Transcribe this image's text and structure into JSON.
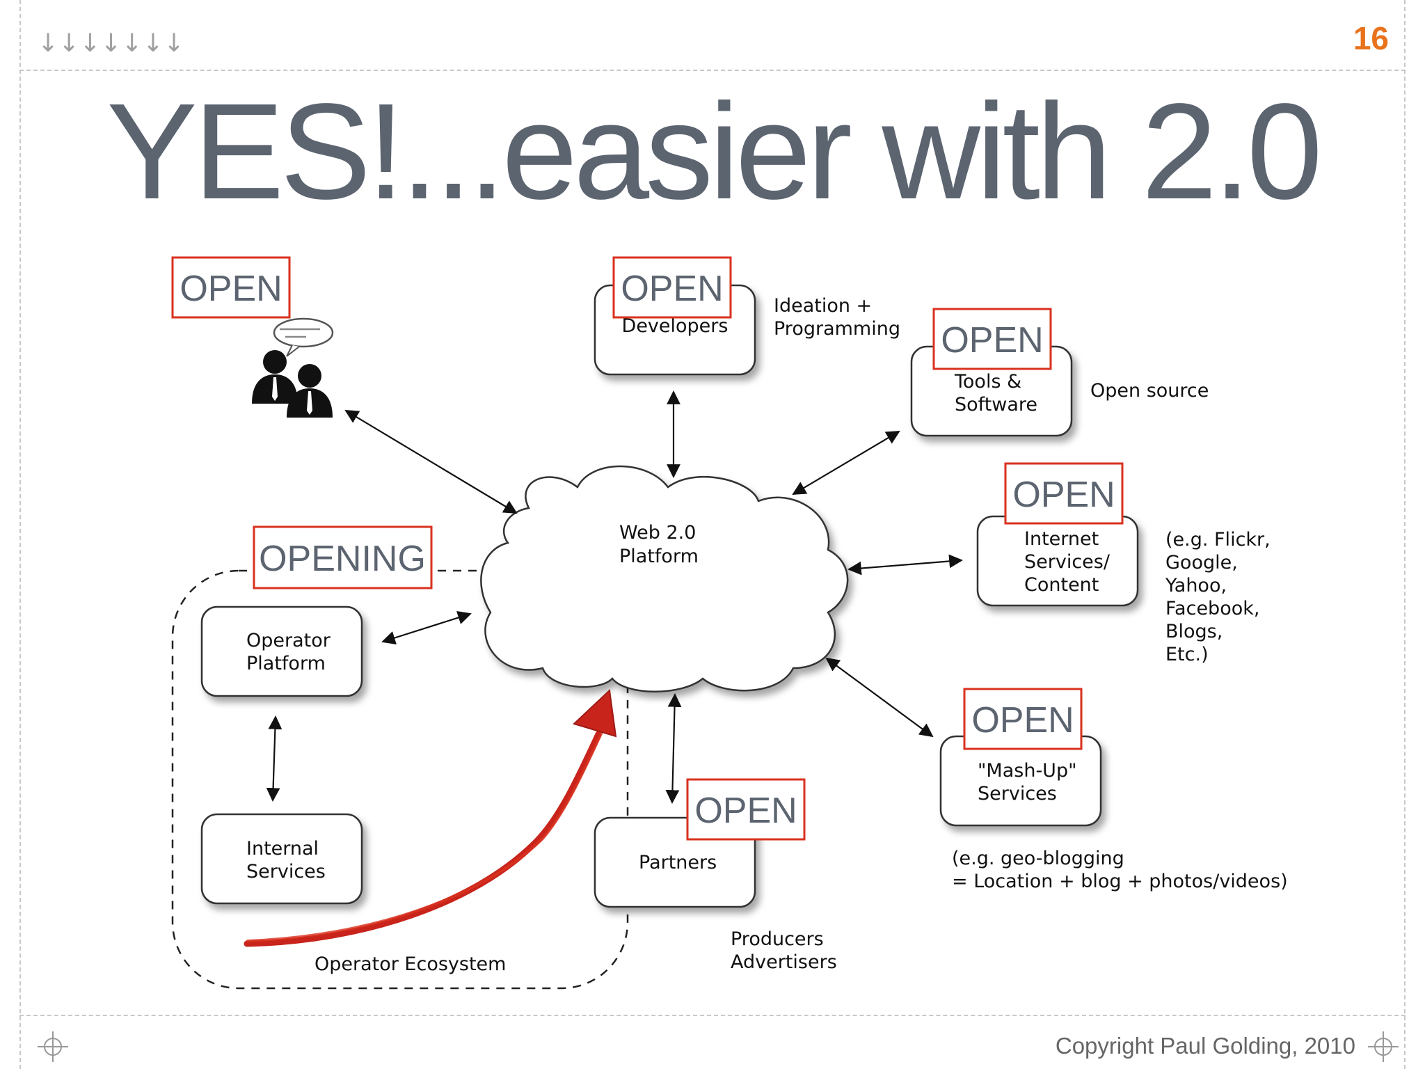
{
  "header": {
    "arrow_glyphs": "↓↓↓↓↓↓↓",
    "page_number": "16"
  },
  "title": "YES!...easier with 2.0",
  "open_label": "OPEN",
  "opening_label": "OPENING",
  "nodes": {
    "developers": "Developers",
    "tools_line1": "Tools &",
    "tools_line2": "Software",
    "internet_line1": "Internet",
    "internet_line2": "Services/",
    "internet_line3": "Content",
    "mashup_line1": "\"Mash-Up\"",
    "mashup_line2": "Services",
    "partners": "Partners",
    "operator_line1": "Operator",
    "operator_line2": "Platform",
    "internal_line1": "Internal",
    "internal_line2": "Services",
    "cloud_line1": "Web 2.0",
    "cloud_line2": "Platform"
  },
  "annotations": {
    "ideation_line1": "Ideation +",
    "ideation_line2": "Programming",
    "open_source": "Open source",
    "examples": [
      "(e.g. Flickr,",
      "Google,",
      "Yahoo,",
      "Facebook,",
      "Blogs,",
      "Etc.)"
    ],
    "geo_line1": "(e.g. geo-blogging",
    "geo_line2": "= Location + blog + photos/videos)",
    "producers": "Producers",
    "advertisers": "Advertisers",
    "ecosystem": "Operator Ecosystem"
  },
  "footer": {
    "copyright": "Copyright Paul Golding, 2010"
  },
  "colors": {
    "accent_red": "#d9321f",
    "title_gray": "#5c6470",
    "page_number_orange": "#e8731c"
  },
  "icons": [
    "down-arrow-icon",
    "people-speech-icon",
    "crosshair-icon"
  ]
}
